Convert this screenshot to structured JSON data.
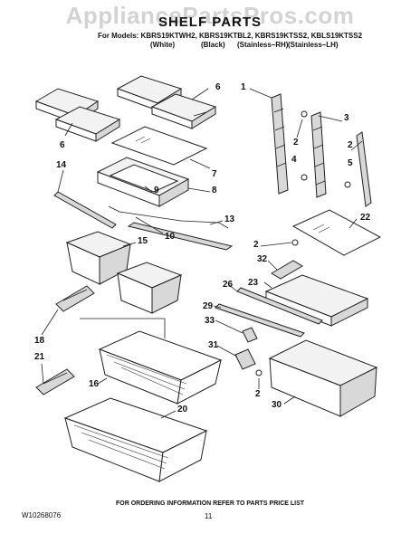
{
  "watermark": "AppliancePartsPros.com",
  "title": "SHELF PARTS",
  "models_line": "For Models: KBRS19KTWH2, KBRS19KTBL2, KBRS19KTSS2, KBLS19KTSS2",
  "variants": [
    "(White)",
    "(Black)",
    "(Stainless–RH)",
    "(Stainless–LH)"
  ],
  "callouts": {
    "c1": "1",
    "c2a": "2",
    "c3": "3",
    "c2b": "2",
    "c4": "4",
    "c5": "5",
    "c6a": "6",
    "c6b": "6",
    "c7": "7",
    "c8": "8",
    "c9": "9",
    "c10": "10",
    "c13": "13",
    "c14": "14",
    "c15": "15",
    "c2c": "2",
    "c32": "32",
    "c22": "22",
    "c26": "26",
    "c23": "23",
    "c29": "29",
    "c33": "33",
    "c18": "18",
    "c21": "21",
    "c31": "31",
    "c16": "16",
    "c2d": "2",
    "c30": "30",
    "c20": "20"
  },
  "footer_note": "FOR ORDERING INFORMATION REFER TO PARTS PRICE LIST",
  "doc_number": "W10268076",
  "page_number": "11"
}
